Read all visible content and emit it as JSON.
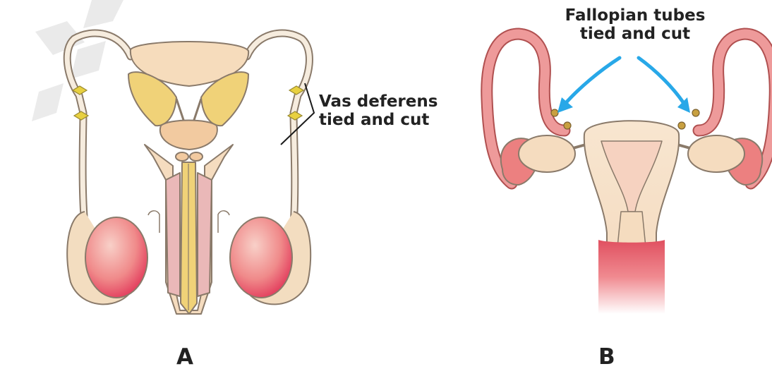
{
  "labels": {
    "vas_line1": "Vas deferens",
    "vas_line2": "tied and cut",
    "fal_line1": "Fallopian tubes",
    "fal_line2": "tied and cut"
  },
  "panels": {
    "a": "A",
    "b": "B"
  },
  "colors": {
    "outline": "#8a7a6a",
    "cream": "#f5dcbf",
    "cream_light": "#f9e8d2",
    "gland_yellow": "#f0d070",
    "pink": "#eab8b8",
    "red": "#e04060",
    "tube_pink": "#e88a8a",
    "arrow_blue": "#28a8e8",
    "tie_yellow": "#e8d040"
  }
}
